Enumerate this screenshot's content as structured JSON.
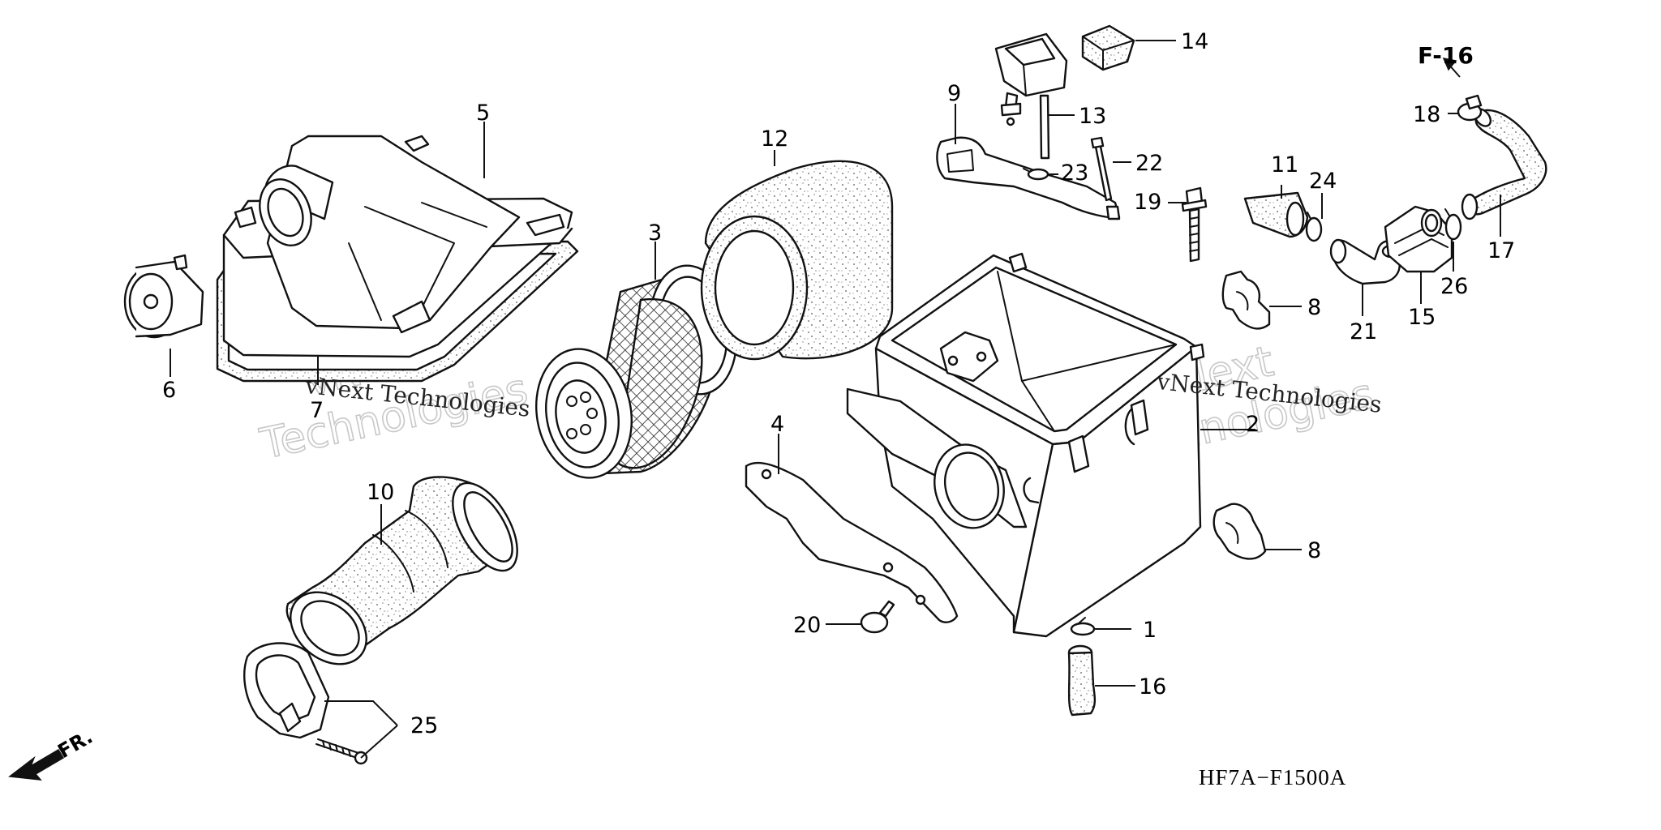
{
  "diagram": {
    "drawing_code": "HF7A−F1500A",
    "reference_label": "F-16",
    "direction_label": "FR.",
    "watermark": {
      "line1": "vNext",
      "line2": "Technologies",
      "caption": "vNext Technologies"
    },
    "callouts": [
      {
        "id": "c1",
        "label": "1"
      },
      {
        "id": "c2",
        "label": "2"
      },
      {
        "id": "c3",
        "label": "3"
      },
      {
        "id": "c4",
        "label": "4"
      },
      {
        "id": "c5",
        "label": "5"
      },
      {
        "id": "c6",
        "label": "6"
      },
      {
        "id": "c7",
        "label": "7"
      },
      {
        "id": "c8a",
        "label": "8"
      },
      {
        "id": "c8b",
        "label": "8"
      },
      {
        "id": "c9",
        "label": "9"
      },
      {
        "id": "c10",
        "label": "10"
      },
      {
        "id": "c11",
        "label": "11"
      },
      {
        "id": "c12",
        "label": "12"
      },
      {
        "id": "c13",
        "label": "13"
      },
      {
        "id": "c14",
        "label": "14"
      },
      {
        "id": "c15",
        "label": "15"
      },
      {
        "id": "c16",
        "label": "16"
      },
      {
        "id": "c17",
        "label": "17"
      },
      {
        "id": "c18",
        "label": "18"
      },
      {
        "id": "c19",
        "label": "19"
      },
      {
        "id": "c20",
        "label": "20"
      },
      {
        "id": "c21",
        "label": "21"
      },
      {
        "id": "c22",
        "label": "22"
      },
      {
        "id": "c23",
        "label": "23"
      },
      {
        "id": "c24",
        "label": "24"
      },
      {
        "id": "c25",
        "label": "25"
      },
      {
        "id": "c26",
        "label": "26"
      }
    ]
  }
}
